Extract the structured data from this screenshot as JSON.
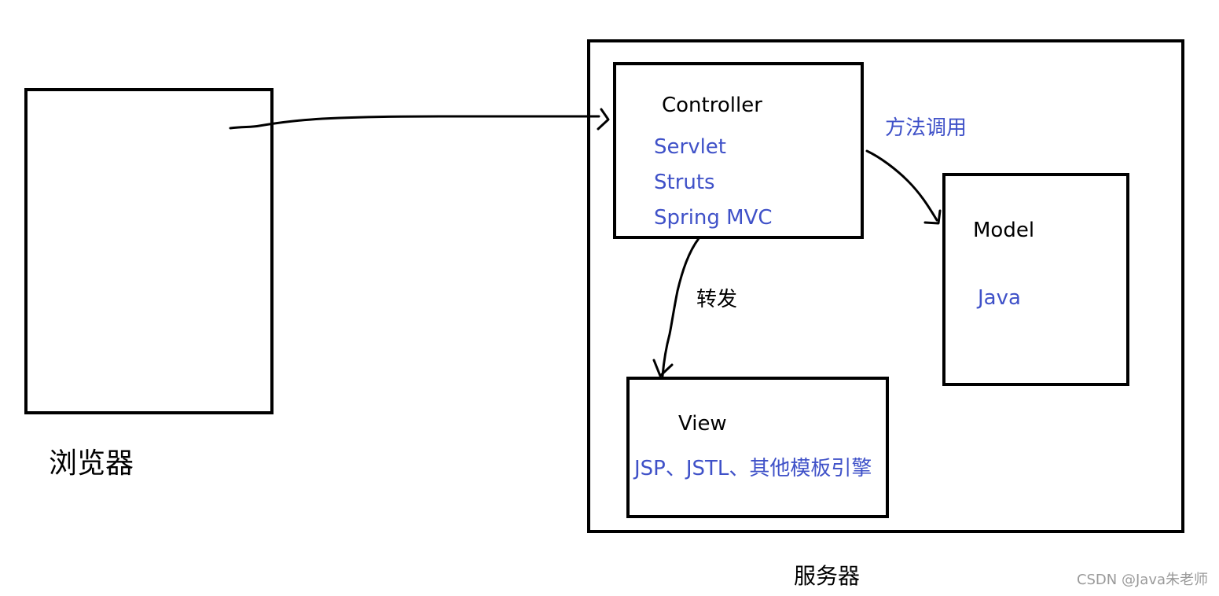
{
  "browser": {
    "label": "浏览器"
  },
  "server": {
    "label": "服务器",
    "controller": {
      "title": "Controller",
      "items": [
        "Servlet",
        "Struts",
        "Spring MVC"
      ]
    },
    "model": {
      "title": "Model",
      "item": "Java"
    },
    "view": {
      "title": "View",
      "item": "JSP、JSTL、其他模板引擎"
    }
  },
  "edges": {
    "controller_to_model": "方法调用",
    "controller_to_view": "转发"
  },
  "watermark": "CSDN @Java朱老师",
  "colors": {
    "stroke": "#000000",
    "accent_text": "#3f51c8",
    "watermark": "#9a9a9a"
  }
}
